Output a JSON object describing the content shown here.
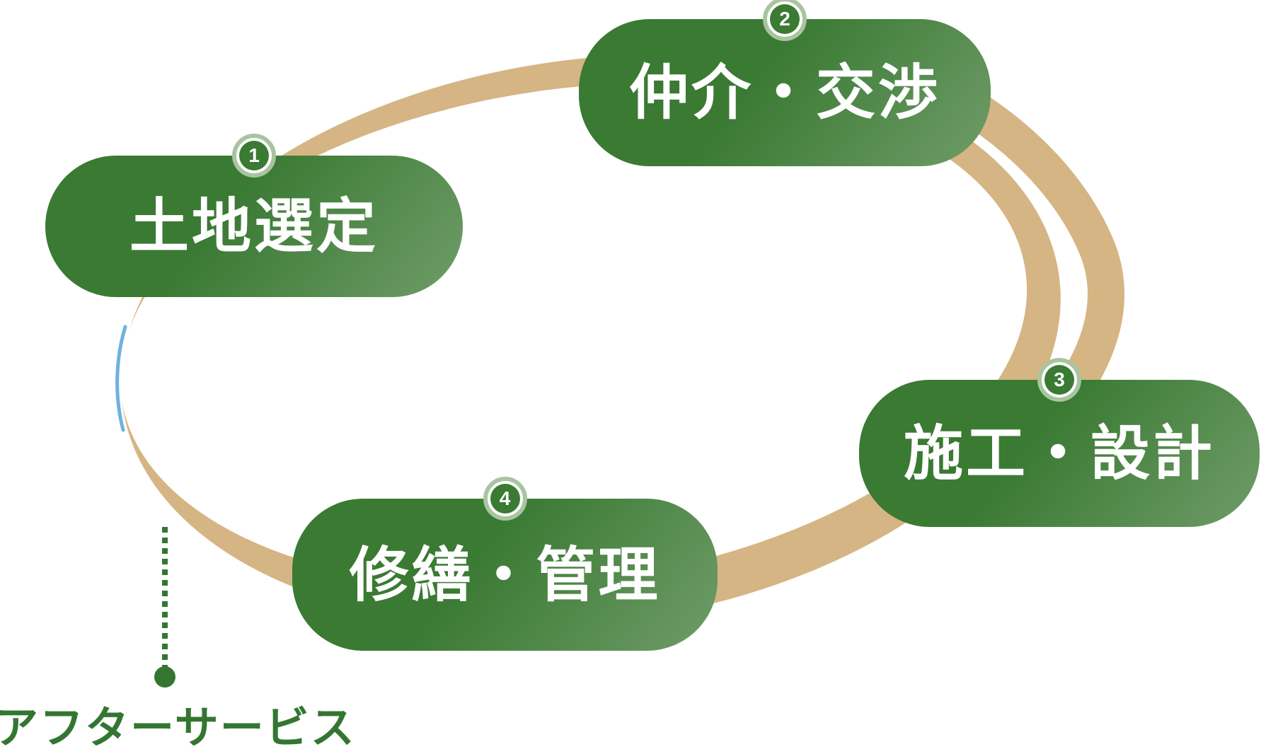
{
  "diagram": {
    "title": "cycle-process-diagram",
    "steps": [
      {
        "number": "1",
        "label": "土地選定"
      },
      {
        "number": "2",
        "label": "仲介・交渉"
      },
      {
        "number": "3",
        "label": "施工・設計"
      },
      {
        "number": "4",
        "label": "修繕・管理"
      }
    ],
    "callout": {
      "label": "アフターサービス"
    }
  },
  "colors": {
    "green_dark": "#3a7a33",
    "green_grad_light": "#6f9c68",
    "badge_ring": "#a8c4a0",
    "loop_tan": "#d5b584",
    "accent_blue": "#6db2de",
    "text_green": "#337631"
  }
}
